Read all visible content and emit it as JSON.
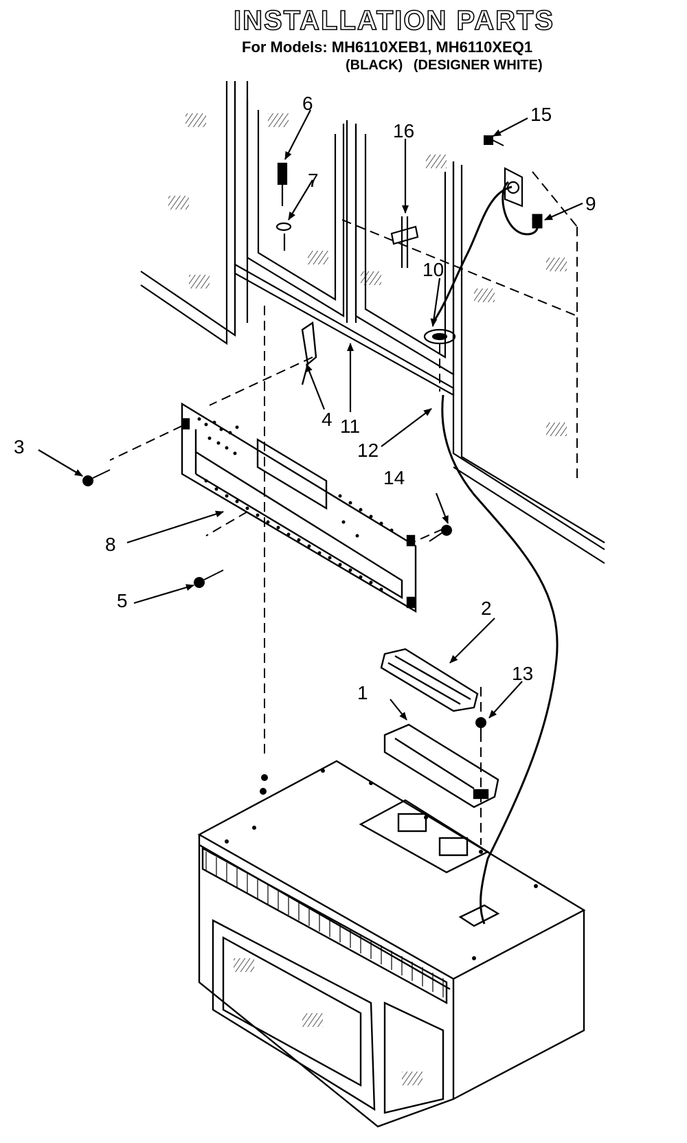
{
  "header": {
    "title": "INSTALLATION PARTS",
    "models_line": "For Models: MH6110XEB1, MH6110XEQ1",
    "color_black": "(BLACK)",
    "color_white": "(DESIGNER WHITE)"
  },
  "callouts": [
    {
      "id": "1",
      "label": "1"
    },
    {
      "id": "2",
      "label": "2"
    },
    {
      "id": "3",
      "label": "3"
    },
    {
      "id": "4",
      "label": "4"
    },
    {
      "id": "5",
      "label": "5"
    },
    {
      "id": "6",
      "label": "6"
    },
    {
      "id": "7",
      "label": "7"
    },
    {
      "id": "8",
      "label": "8"
    },
    {
      "id": "9",
      "label": "9"
    },
    {
      "id": "10",
      "label": "10"
    },
    {
      "id": "11",
      "label": "11"
    },
    {
      "id": "12",
      "label": "12"
    },
    {
      "id": "13",
      "label": "13"
    },
    {
      "id": "14",
      "label": "14"
    },
    {
      "id": "15",
      "label": "15"
    },
    {
      "id": "16",
      "label": "16"
    }
  ],
  "colors": {
    "line": "#000000",
    "background": "#ffffff"
  }
}
